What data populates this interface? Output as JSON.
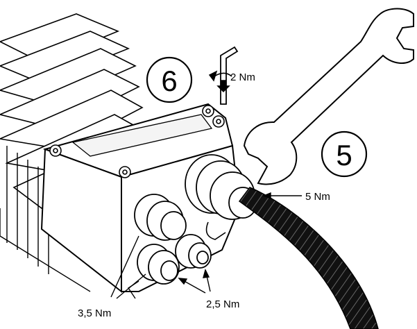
{
  "steps": {
    "six": "6",
    "five": "5"
  },
  "torque_labels": {
    "screw": "2 Nm",
    "cable_gland_large": "5 Nm",
    "cable_glands_small": "2,5 Nm",
    "cable_glands_medium": "3,5 Nm"
  },
  "icons": [
    "hex-key-icon",
    "wrench-icon",
    "rotation-arrow-icon"
  ],
  "colors": {
    "line": "#000000",
    "background": "#ffffff"
  }
}
